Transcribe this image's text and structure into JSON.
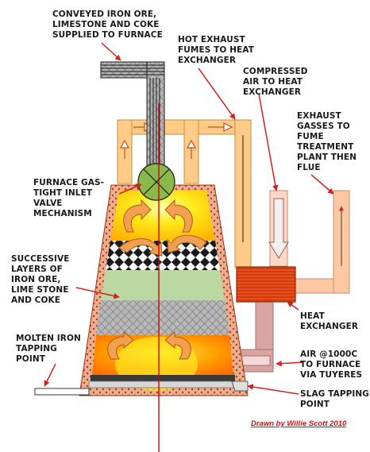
{
  "colors": {
    "brick": "#cc4a1a",
    "flame_yellow": "#ffe020",
    "flame_orange": "#ff9a00",
    "duct_hot": "#ffcc88",
    "duct_cool": "#ffc8a0",
    "exchanger": "#e84a1a",
    "arrow_red": "#d42020",
    "centerline": "#d80000",
    "valve_green": "#8ab84a",
    "limestone_band": "#bbd7a2"
  },
  "icons": [
    "conveyor-belt-icon",
    "inlet-valve-icon",
    "swirl-arrow-icon",
    "heat-exchanger-icon",
    "flow-arrow-icon"
  ],
  "labels": {
    "conveyed": [
      "CONVEYED IRON ORE,",
      "LIMESTONE AND COKE",
      "SUPPLIED TO FURNACE"
    ],
    "hot_exhaust": [
      "HOT EXHAUST",
      "FUMES TO HEAT",
      "EXCHANGER"
    ],
    "compressed_air": [
      "COMPRESSED",
      "AIR TO HEAT",
      "EXCHANGER"
    ],
    "exhaust_gasses": [
      "EXHAUST",
      "GASSES TO",
      "FUME",
      "TREATMENT",
      "PLANT THEN",
      "FLUE"
    ],
    "valve": [
      "FURNACE GAS-",
      "TIGHT INLET",
      "VALVE",
      "MECHANISM"
    ],
    "layers": [
      "SUCCESSIVE",
      "LAYERS OF",
      "IRON ORE,",
      "LIME STONE",
      "AND COKE"
    ],
    "heat_exchanger": [
      "HEAT",
      "EXCHANGER"
    ],
    "molten_iron": [
      "MOLTEN IRON",
      "TAPPING",
      "POINT"
    ],
    "air_tuyeres": [
      "AIR @1000C",
      "TO FURNACE",
      "VIA TUYERES"
    ],
    "slag": [
      "SLAG TAPPING",
      "POINT"
    ]
  },
  "credit": "Drawn by Willie Scott 2010"
}
